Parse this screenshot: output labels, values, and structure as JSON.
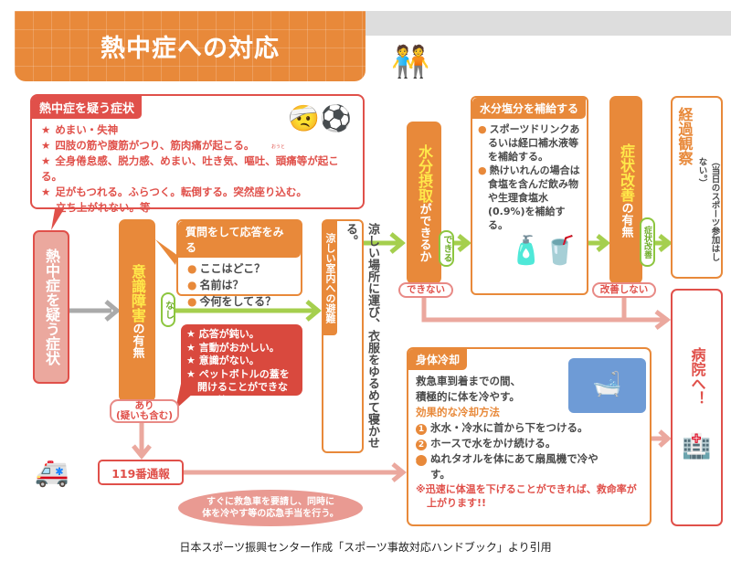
{
  "title": "熱中症への対応",
  "symptoms": {
    "header": "熱中症を疑う症状",
    "items": [
      "めまい・失神",
      "四肢の筋や腹筋がつり、筋肉痛が起こる。",
      "全身倦怠感、脱力感、めまい、吐き気、嘔吐、頭痛等が起こる。",
      "足がもつれる。ふらつく。転倒する。突然座り込む。立ち上がれない。等"
    ],
    "ruby": "おうと"
  },
  "left_box": "熱中症を疑う症状",
  "consciousness": {
    "highlight": "意識障害",
    "suffix": "の有無"
  },
  "question_box": {
    "header": "質問をして応答をみる",
    "items": [
      "ここはどこ？",
      "名前は？",
      "今何をしてる？"
    ]
  },
  "none_label": "なし",
  "present_box": {
    "items": [
      "応答が鈍い。",
      "言動がおかしい。",
      "意識がない。",
      "ペットボトルの蓋を開けることができない。等"
    ]
  },
  "present_label": [
    "あり",
    "(疑いも含む)"
  ],
  "rest": {
    "label": "涼しい室内への避難",
    "text": "涼しい場所に運び、衣服をゆるめて寝かせる。"
  },
  "hydration": {
    "highlight": "水分摂取",
    "suffix": "ができるか",
    "yes": "できる",
    "no": "できない"
  },
  "salt_box": {
    "header": "水分塩分を補給する",
    "items": [
      "スポーツドリンクあるいは経口補水液等を補給する。",
      "熱けいれんの場合は食塩を含んだ飲み物や生理食塩水(0.9%)を補給する。"
    ]
  },
  "improvement": {
    "highlight": "症状改善",
    "suffix": "の有無",
    "yes": "症状改善",
    "no": "改善しない"
  },
  "watch": {
    "title": "経過観察",
    "note": "（当日のスポーツ参加はしない。）"
  },
  "hospital": "病院へ！",
  "cooling": {
    "header": "身体冷却",
    "lead": [
      "救急車到着までの間、",
      "積極的に体を冷やす。"
    ],
    "methods_title": "効果的な冷却方法",
    "methods": [
      "氷水・冷水に首から下をつける。",
      "ホースで水をかけ続ける。",
      "ぬれタオルを体にあて扇風機で冷やす。"
    ],
    "method_numbers": [
      "1",
      "2",
      "3"
    ],
    "note": "※迅速に体温を下げることができれば、救命率が上がります!!"
  },
  "call": "119番通報",
  "call_note": [
    "すぐに救急車を要請し、同時に",
    "体を冷やす等の応急手当を行う。"
  ],
  "caption": "日本スポーツ振興センター作成「スポーツ事故対応ハンドブック」より引用",
  "colors": {
    "orange": "#E8893A",
    "red": "#E0504A",
    "green": "#8DC63F",
    "pink": "#EBA89E",
    "yellow": "#FFE94A"
  }
}
